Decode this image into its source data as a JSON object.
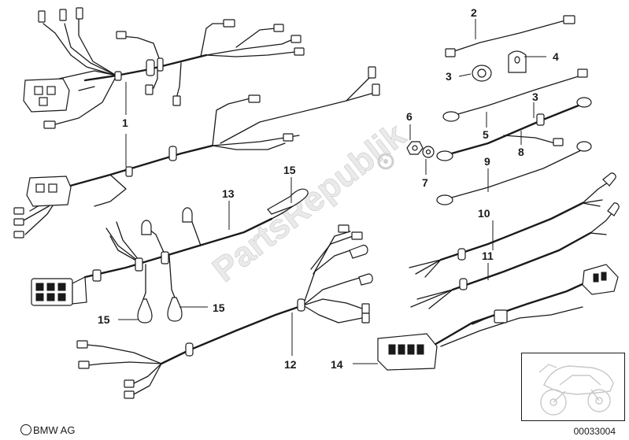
{
  "watermark": "PartsRepublik",
  "callouts": [
    "1",
    "2",
    "3",
    "3",
    "4",
    "5",
    "6",
    "7",
    "8",
    "9",
    "10",
    "11",
    "12",
    "13",
    "14",
    "15",
    "15",
    "15"
  ],
  "footer": {
    "brand": "BMW AG",
    "document_number": "00033004"
  }
}
